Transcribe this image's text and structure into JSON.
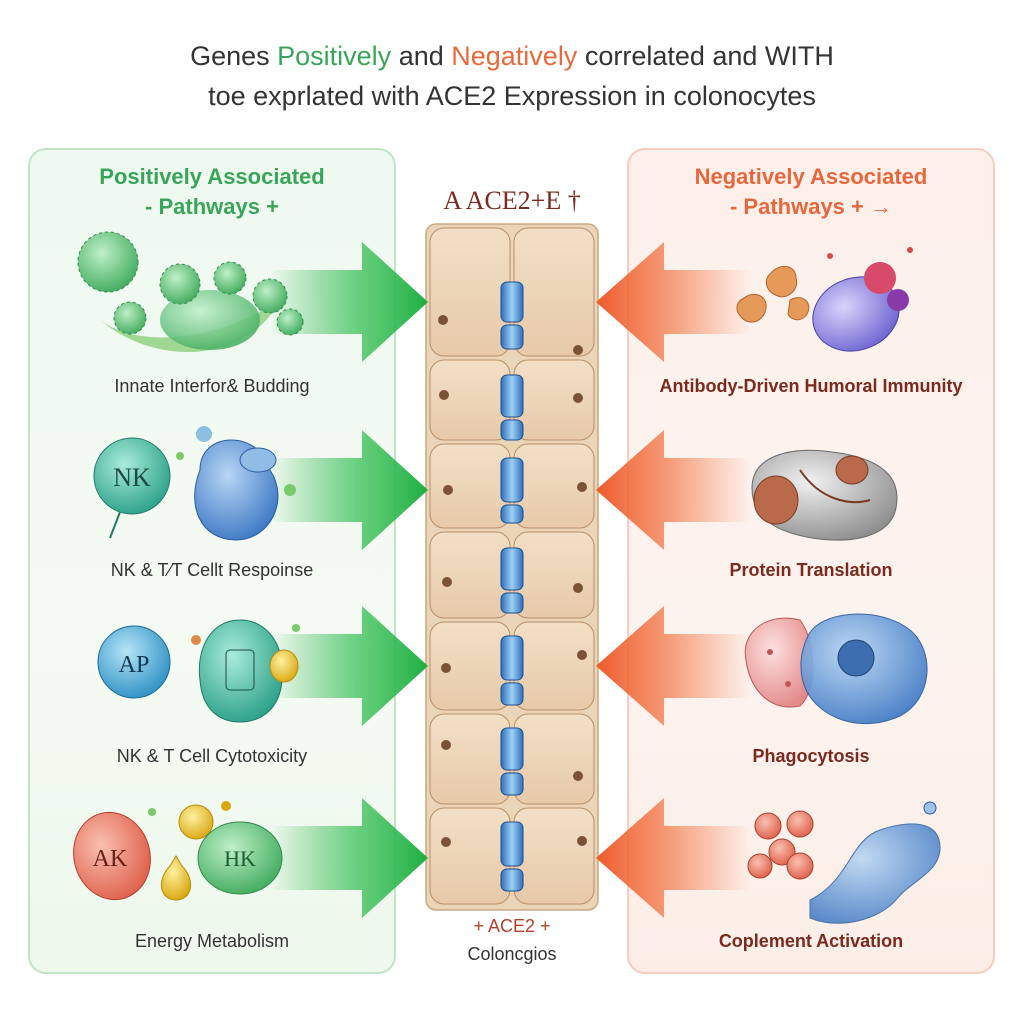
{
  "title": {
    "line1_pre": "Genes ",
    "line1_pos": "Positively",
    "line1_mid": " and ",
    "line1_neg": "Negatively",
    "line1_post": " correlated and WITH",
    "line2": "toe exprlated with  ACE2 Expression in colonocytes"
  },
  "left_panel": {
    "title_line1": "Positively Associated",
    "title_line2": "- Pathways +",
    "items": [
      {
        "label": "Innate Interfor& Budding"
      },
      {
        "label": "NK & T∕T Cellt Respoinse"
      },
      {
        "label": "NK & T Cell Cytotoxicity"
      },
      {
        "label": "Energy Metabolism"
      }
    ]
  },
  "right_panel": {
    "title_line1": "Negatively Associated",
    "title_line2": "- Pathways + →",
    "items": [
      {
        "label": "Antibody-Driven Humoral Immunity"
      },
      {
        "label": "Protein Translation"
      },
      {
        "label": "Phagocytosis"
      },
      {
        "label": "Coplement Activation"
      }
    ]
  },
  "center": {
    "title": "A ACE2+E †",
    "foot_line1": "+ ACE2 +",
    "foot_line2": "Coloncgios"
  },
  "cell_glyphs": {
    "nk": "NK",
    "ap": "AP",
    "rk": "AK",
    "hk": "HK"
  },
  "colors": {
    "positive": "#3aa55a",
    "negative": "#e86a3c",
    "panel_left_bg": "#eef9ef",
    "panel_right_bg": "#fdf0ea"
  }
}
